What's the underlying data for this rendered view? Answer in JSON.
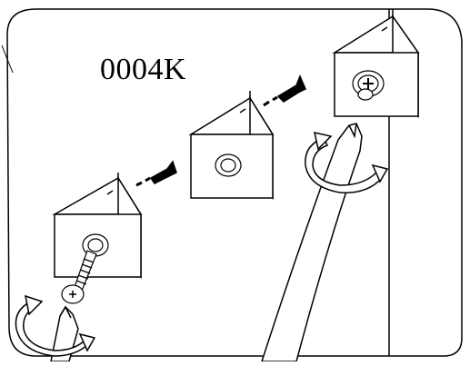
{
  "diagram": {
    "part_code": "0004K",
    "steps": [
      {
        "id": 1,
        "action": "screw-into-bracket",
        "rotation": "clockwise"
      },
      {
        "id": 2,
        "action": "bracket-with-countersunk-hole"
      },
      {
        "id": 3,
        "action": "tighten-screw",
        "rotation": "clockwise"
      }
    ],
    "arrow_count": 2,
    "colors": {
      "line": "#000000",
      "fill": "#ffffff"
    }
  }
}
